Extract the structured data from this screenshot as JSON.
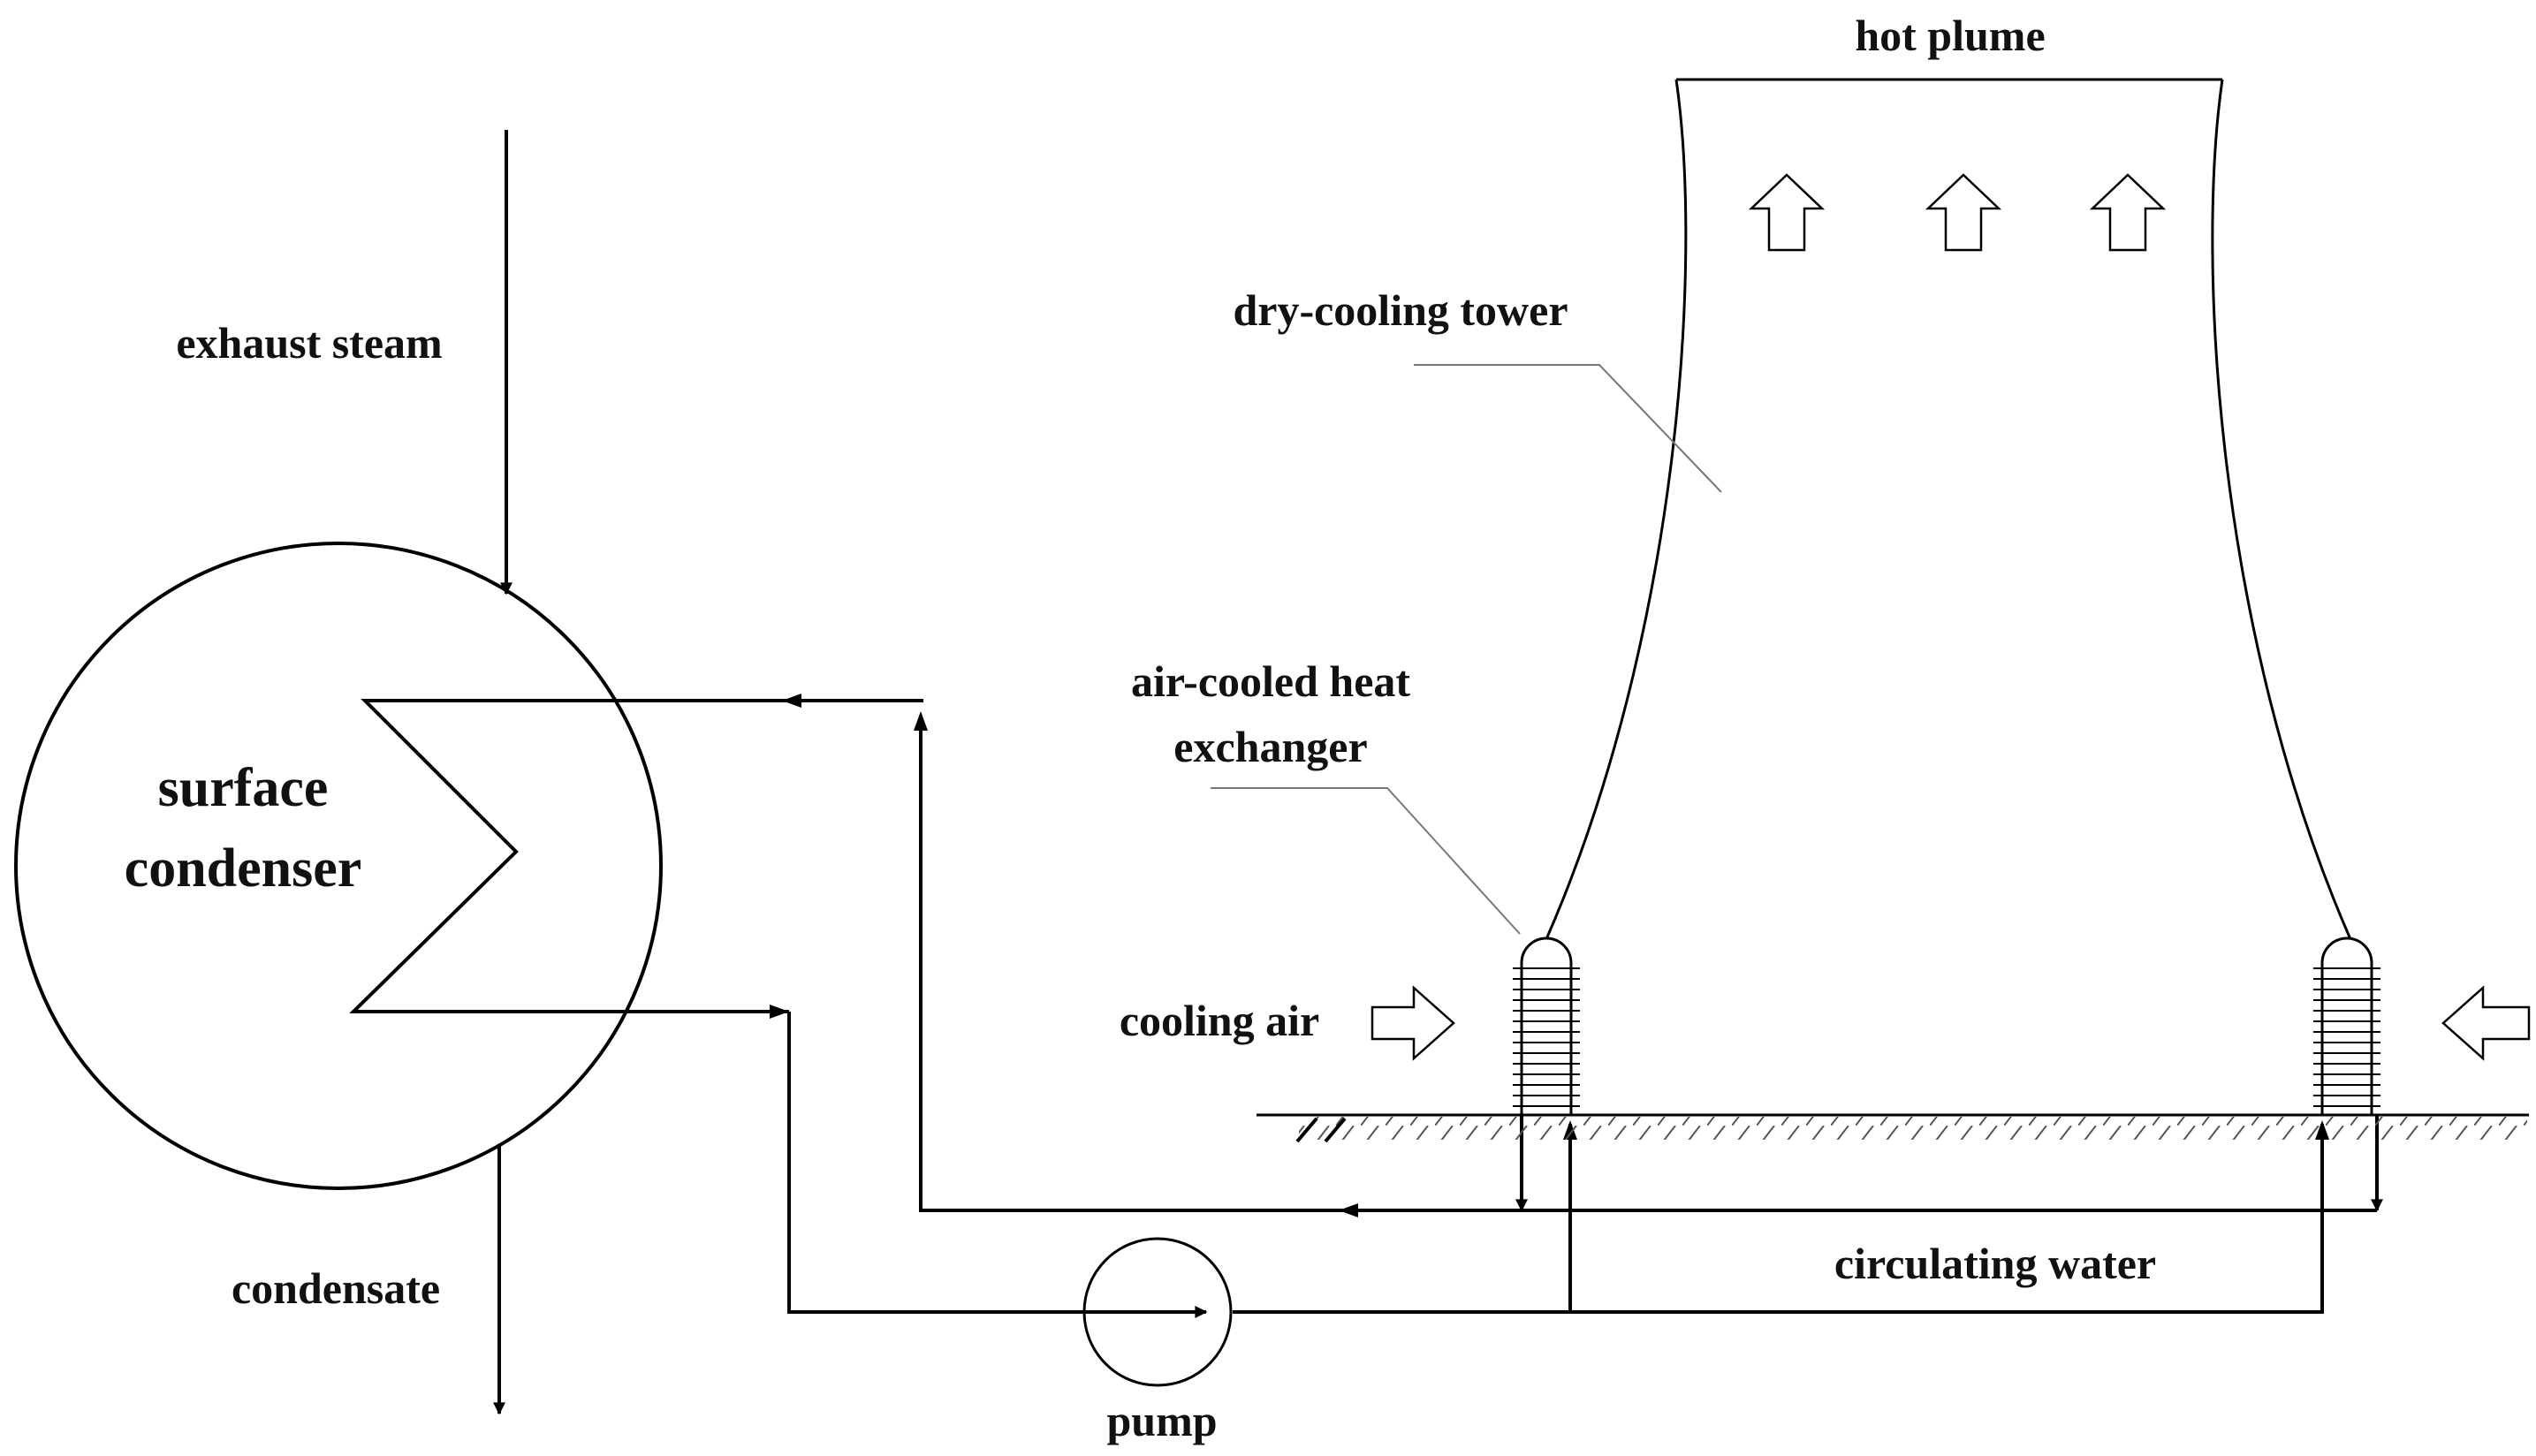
{
  "labels": {
    "hot_plume": "hot plume",
    "dry_cooling_tower": "dry-cooling tower",
    "exhaust_steam": "exhaust steam",
    "air_cooled_line1": "air-cooled heat",
    "air_cooled_line2": "exchanger",
    "surface": "surface",
    "condenser": "condenser",
    "cooling_air": "cooling air",
    "circulating_water": "circulating water",
    "condensate": "condensate",
    "pump": "pump"
  },
  "colors": {
    "line": "#000000",
    "text": "#111111",
    "background": "#ffffff"
  }
}
